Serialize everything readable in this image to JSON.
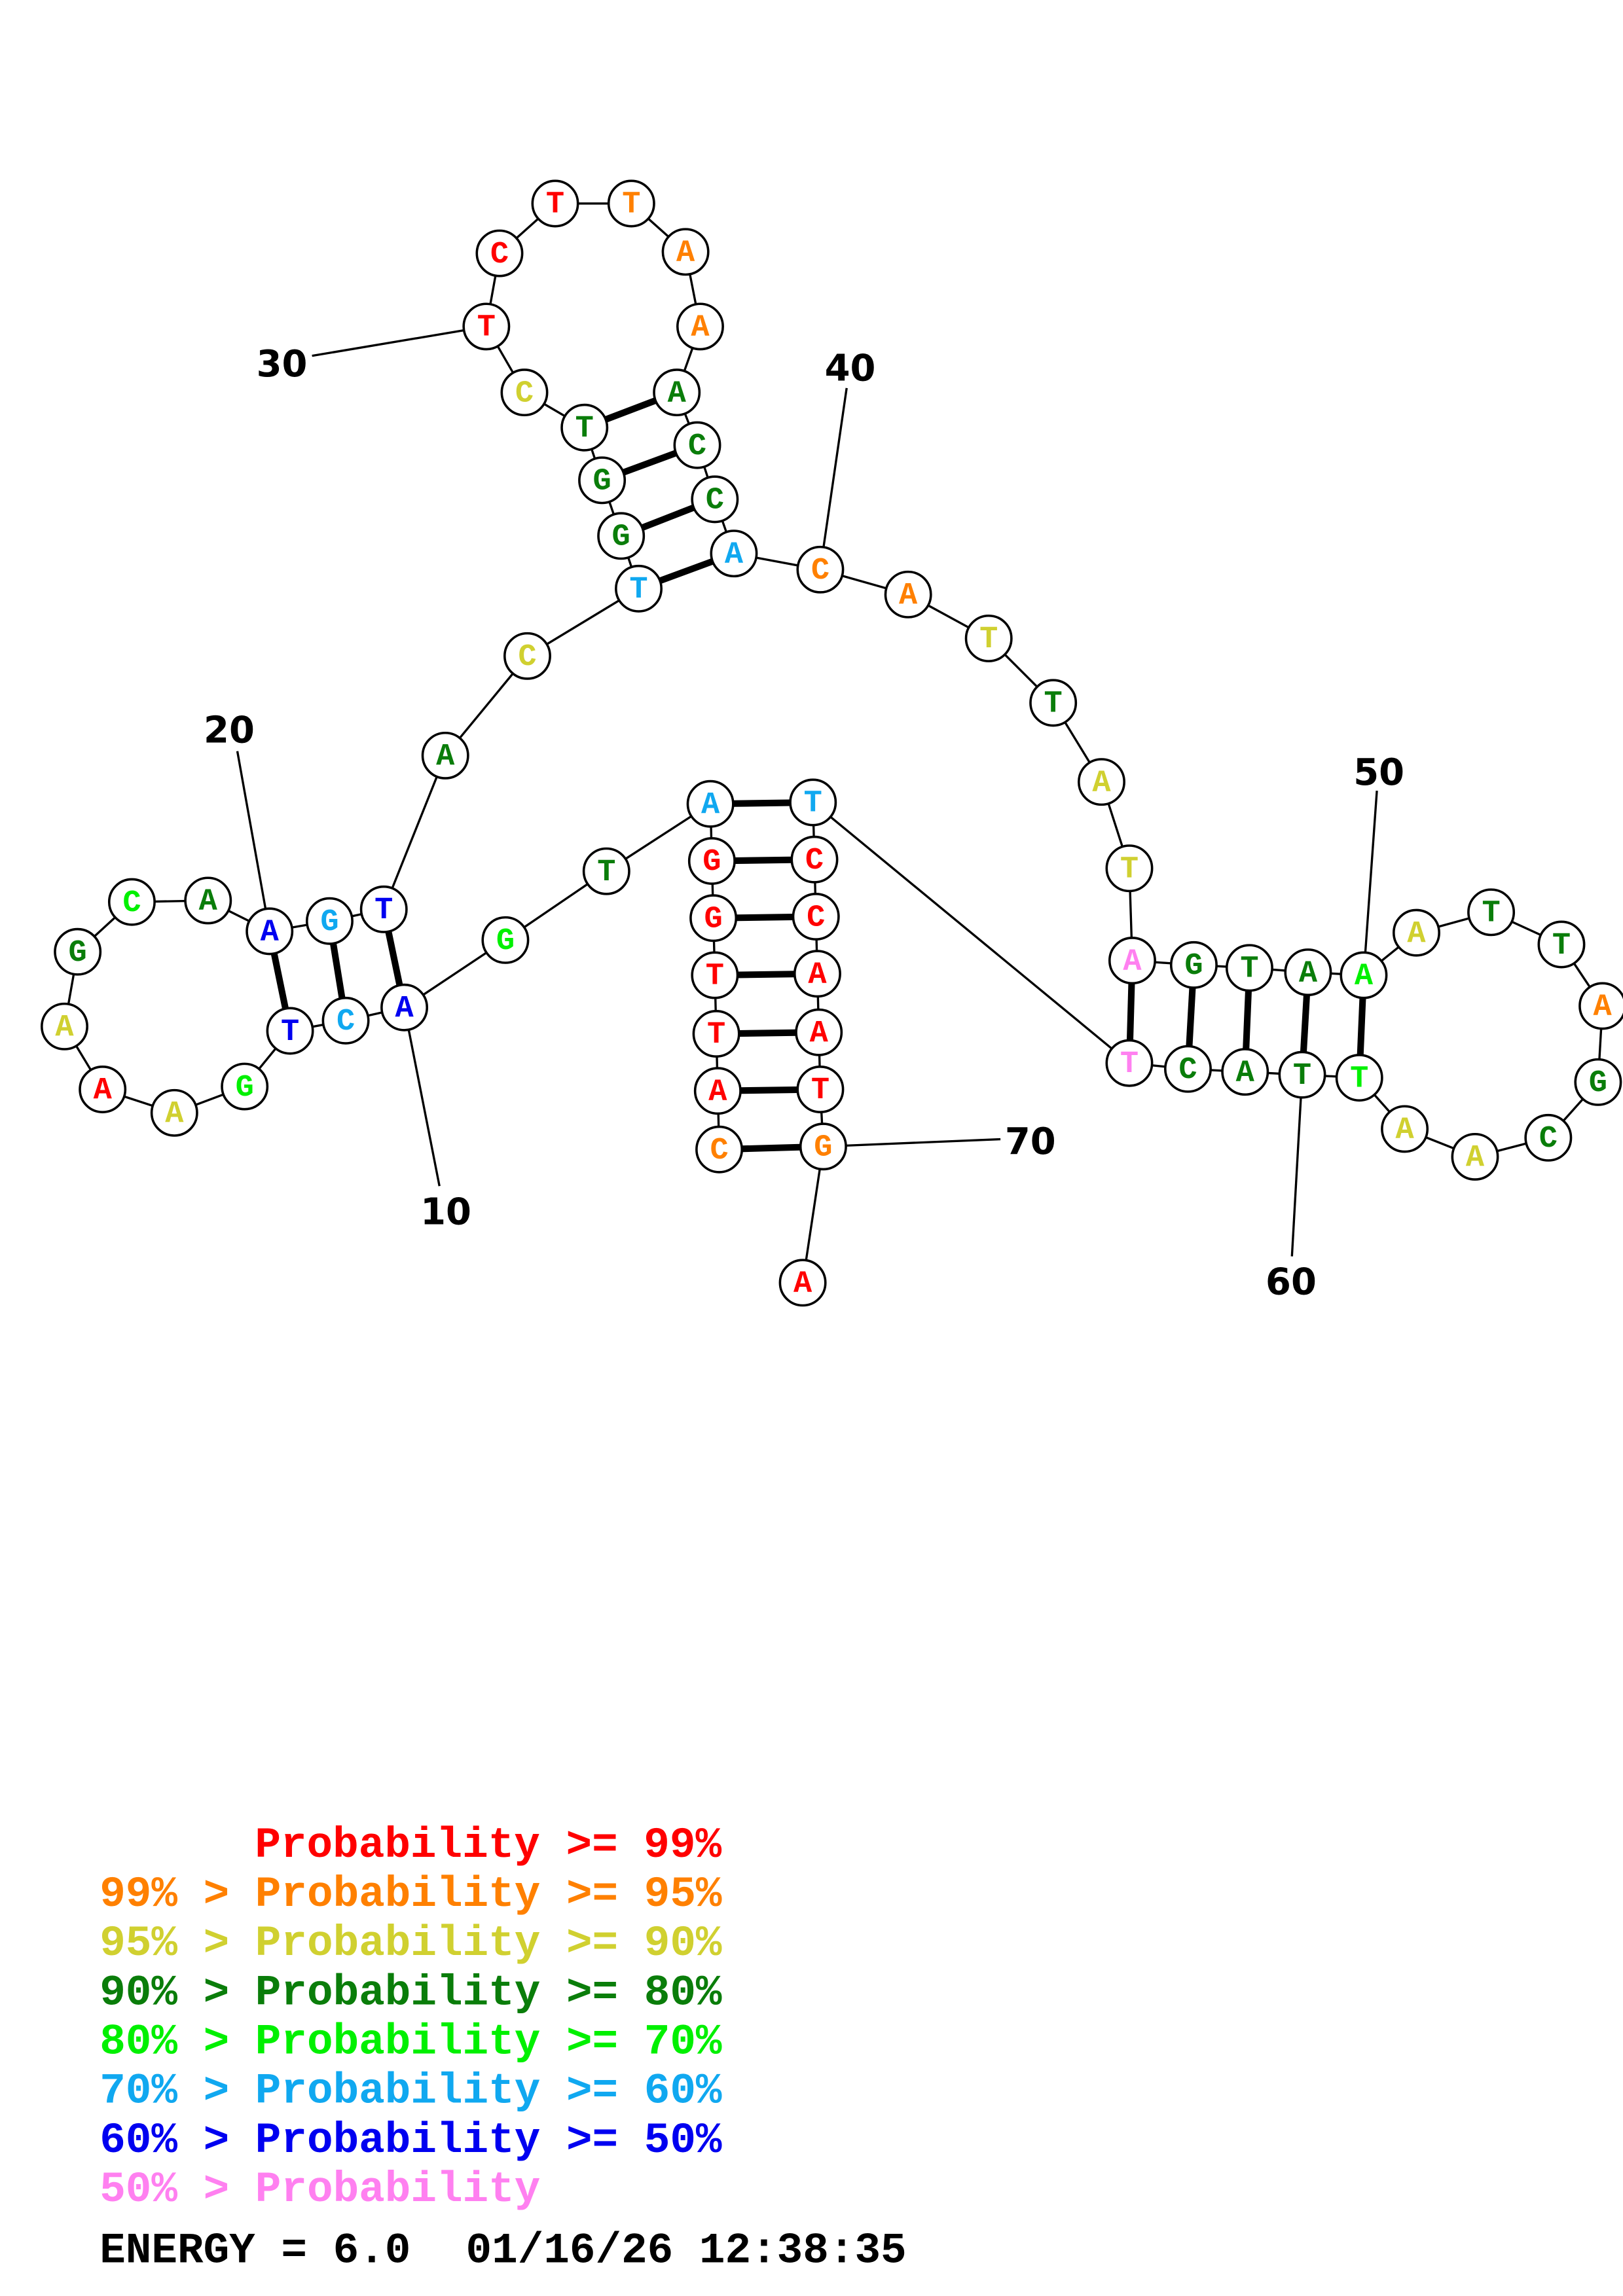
{
  "colors": {
    "p99": "#ff0000",
    "p95": "#ff8000",
    "p90": "#d0d030",
    "p80": "#0a7d0a",
    "p70": "#00f000",
    "p60": "#10a8f0",
    "p50": "#0000f0",
    "p0": "#ff80f0"
  },
  "sequence": [
    {
      "n": 1,
      "base": "C",
      "cls": "p95"
    },
    {
      "n": 2,
      "base": "A",
      "cls": "p99"
    },
    {
      "n": 3,
      "base": "T",
      "cls": "p99"
    },
    {
      "n": 4,
      "base": "T",
      "cls": "p99"
    },
    {
      "n": 5,
      "base": "G",
      "cls": "p99"
    },
    {
      "n": 6,
      "base": "G",
      "cls": "p99"
    },
    {
      "n": 7,
      "base": "A",
      "cls": "p60"
    },
    {
      "n": 8,
      "base": "T",
      "cls": "p80"
    },
    {
      "n": 9,
      "base": "G",
      "cls": "p70"
    },
    {
      "n": 10,
      "base": "A",
      "cls": "p50"
    },
    {
      "n": 11,
      "base": "C",
      "cls": "p60"
    },
    {
      "n": 12,
      "base": "T",
      "cls": "p50"
    },
    {
      "n": 13,
      "base": "G",
      "cls": "p70"
    },
    {
      "n": 14,
      "base": "A",
      "cls": "p90"
    },
    {
      "n": 15,
      "base": "A",
      "cls": "p99"
    },
    {
      "n": 16,
      "base": "A",
      "cls": "p90"
    },
    {
      "n": 17,
      "base": "G",
      "cls": "p80"
    },
    {
      "n": 18,
      "base": "C",
      "cls": "p70"
    },
    {
      "n": 19,
      "base": "A",
      "cls": "p80"
    },
    {
      "n": 20,
      "base": "A",
      "cls": "p50"
    },
    {
      "n": 21,
      "base": "G",
      "cls": "p60"
    },
    {
      "n": 22,
      "base": "T",
      "cls": "p50"
    },
    {
      "n": 23,
      "base": "A",
      "cls": "p80"
    },
    {
      "n": 24,
      "base": "C",
      "cls": "p90"
    },
    {
      "n": 25,
      "base": "T",
      "cls": "p60"
    },
    {
      "n": 26,
      "base": "G",
      "cls": "p80"
    },
    {
      "n": 27,
      "base": "G",
      "cls": "p80"
    },
    {
      "n": 28,
      "base": "T",
      "cls": "p80"
    },
    {
      "n": 29,
      "base": "C",
      "cls": "p90"
    },
    {
      "n": 30,
      "base": "T",
      "cls": "p99"
    },
    {
      "n": 31,
      "base": "C",
      "cls": "p99"
    },
    {
      "n": 32,
      "base": "T",
      "cls": "p99"
    },
    {
      "n": 33,
      "base": "T",
      "cls": "p95"
    },
    {
      "n": 34,
      "base": "A",
      "cls": "p95"
    },
    {
      "n": 35,
      "base": "A",
      "cls": "p95"
    },
    {
      "n": 36,
      "base": "A",
      "cls": "p80"
    },
    {
      "n": 37,
      "base": "C",
      "cls": "p80"
    },
    {
      "n": 38,
      "base": "C",
      "cls": "p80"
    },
    {
      "n": 39,
      "base": "A",
      "cls": "p60"
    },
    {
      "n": 40,
      "base": "C",
      "cls": "p95"
    },
    {
      "n": 41,
      "base": "A",
      "cls": "p95"
    },
    {
      "n": 42,
      "base": "T",
      "cls": "p90"
    },
    {
      "n": 43,
      "base": "T",
      "cls": "p80"
    },
    {
      "n": 44,
      "base": "A",
      "cls": "p90"
    },
    {
      "n": 45,
      "base": "T",
      "cls": "p90"
    },
    {
      "n": 46,
      "base": "A",
      "cls": "p0"
    },
    {
      "n": 47,
      "base": "G",
      "cls": "p80"
    },
    {
      "n": 48,
      "base": "T",
      "cls": "p80"
    },
    {
      "n": 49,
      "base": "A",
      "cls": "p80"
    },
    {
      "n": 50,
      "base": "A",
      "cls": "p70"
    },
    {
      "n": 51,
      "base": "A",
      "cls": "p90"
    },
    {
      "n": 52,
      "base": "T",
      "cls": "p80"
    },
    {
      "n": 53,
      "base": "T",
      "cls": "p80"
    },
    {
      "n": 54,
      "base": "A",
      "cls": "p95"
    },
    {
      "n": 55,
      "base": "G",
      "cls": "p80"
    },
    {
      "n": 56,
      "base": "C",
      "cls": "p80"
    },
    {
      "n": 57,
      "base": "A",
      "cls": "p90"
    },
    {
      "n": 58,
      "base": "A",
      "cls": "p90"
    },
    {
      "n": 59,
      "base": "T",
      "cls": "p70"
    },
    {
      "n": 60,
      "base": "T",
      "cls": "p80"
    },
    {
      "n": 61,
      "base": "A",
      "cls": "p80"
    },
    {
      "n": 62,
      "base": "C",
      "cls": "p80"
    },
    {
      "n": 63,
      "base": "T",
      "cls": "p0"
    },
    {
      "n": 64,
      "base": "T",
      "cls": "p60"
    },
    {
      "n": 65,
      "base": "C",
      "cls": "p99"
    },
    {
      "n": 66,
      "base": "C",
      "cls": "p99"
    },
    {
      "n": 67,
      "base": "A",
      "cls": "p99"
    },
    {
      "n": 68,
      "base": "A",
      "cls": "p99"
    },
    {
      "n": 69,
      "base": "T",
      "cls": "p99"
    },
    {
      "n": 70,
      "base": "G",
      "cls": "p95"
    },
    {
      "n": 71,
      "base": "A",
      "cls": "p99"
    }
  ],
  "pairs": [
    [
      1,
      70
    ],
    [
      2,
      69
    ],
    [
      3,
      68
    ],
    [
      4,
      67
    ],
    [
      5,
      66
    ],
    [
      6,
      65
    ],
    [
      7,
      64
    ],
    [
      10,
      22
    ],
    [
      11,
      21
    ],
    [
      12,
      20
    ],
    [
      25,
      39
    ],
    [
      26,
      38
    ],
    [
      27,
      37
    ],
    [
      28,
      36
    ],
    [
      46,
      63
    ],
    [
      47,
      62
    ],
    [
      48,
      61
    ],
    [
      49,
      60
    ],
    [
      50,
      59
    ]
  ],
  "position_labels": [
    "10",
    "20",
    "30",
    "40",
    "50",
    "60",
    "70"
  ],
  "legend": [
    {
      "text": "Probability >= 99%",
      "cls": "p99"
    },
    {
      "text": "99% > Probability >= 95%",
      "cls": "p95"
    },
    {
      "text": "95% > Probability >= 90%",
      "cls": "p90"
    },
    {
      "text": "90% > Probability >= 80%",
      "cls": "p80"
    },
    {
      "text": "80% > Probability >= 70%",
      "cls": "p70"
    },
    {
      "text": "70% > Probability >= 60%",
      "cls": "p60"
    },
    {
      "text": "60% > Probability >= 50%",
      "cls": "p50"
    },
    {
      "text": "50% > Probability",
      "cls": "p0"
    }
  ],
  "footer": {
    "energy": "ENERGY = 6.0",
    "timestamp": "01/16/26 12:38:35"
  }
}
